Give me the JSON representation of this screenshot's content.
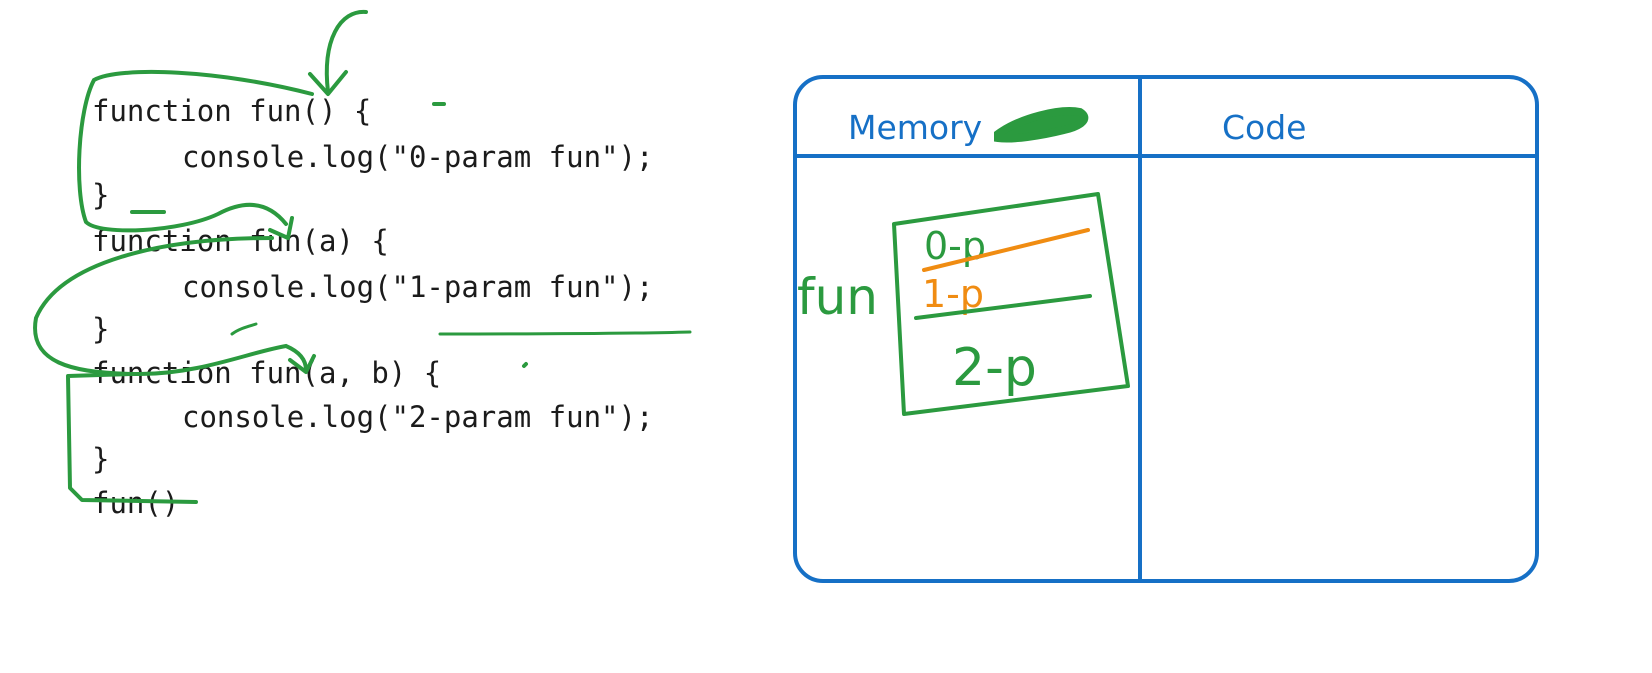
{
  "code": {
    "lines": [
      "function fun() {",
      "console.log(\"0-param fun\");",
      "}",
      "function fun(a) {",
      "console.log(\"1-param fun\");",
      "}",
      "function fun(a, b) {",
      "console.log(\"2-param fun\");",
      "}",
      "fun()"
    ]
  },
  "table": {
    "memory_header": "Memory",
    "code_header": "Code"
  },
  "memory": {
    "variable": "fun",
    "entries": [
      {
        "label": "0-p",
        "crossed_out": true
      },
      {
        "label": "1-p",
        "crossed_out": true
      },
      {
        "label": "2-p",
        "crossed_out": false
      }
    ]
  },
  "colors": {
    "ink": "#1b1b1b",
    "annotation_green": "#2b9a3f",
    "highlight_orange": "#f08c12",
    "table_blue": "#1670c6"
  }
}
